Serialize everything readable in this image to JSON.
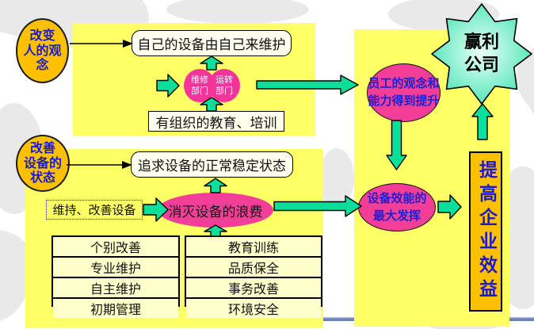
{
  "slide": {
    "type": "diagram-slide",
    "footer_line_color": "#7D90BE"
  },
  "colors": {
    "panel_yellow": "#FFFF66",
    "bubble_orange": "#FFC000",
    "arrow_green": "#0ADF9B",
    "ellipse_pink": "#F23E96",
    "star_green": "#40E0B0",
    "label_blue": "#1A1ACD",
    "table_cell_cream": "#FFFFCC"
  },
  "mindset_flow": {
    "bubble": "改变\n人的观\n念",
    "self_maintain_box": "自己的设备由自己来维护",
    "maintenance_dept": "维修\n部门",
    "operation_dept": "运转\n部门",
    "training_box": "有组织的教育、培训"
  },
  "equipment_flow": {
    "bubble": "改善\n设备的\n状态",
    "stable_state_box": "追求设备的正常稳定状态",
    "maintain_improve_label": "维持、改善设备",
    "eliminate_waste_ellipse": "消灭设备的浪费",
    "pillar_table": {
      "left_column": [
        "个别改善",
        "专业维护",
        "自主维护",
        "初期管理"
      ],
      "right_column": [
        "教育训练",
        "品质保全",
        "事务改善",
        "环境安全"
      ]
    }
  },
  "outcome_flow": {
    "staff_ellipse": "员工的观念和\n能力得到提升",
    "equipment_ellipse": "设备效能的\n最大发挥",
    "profit_star": "赢利\n公司",
    "benefit_box": "提高企业效益"
  }
}
